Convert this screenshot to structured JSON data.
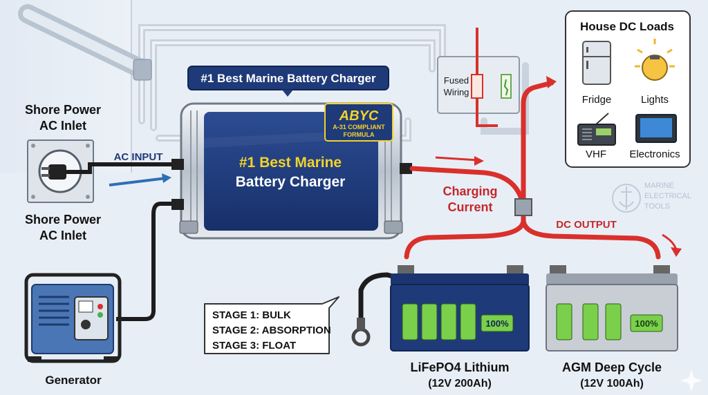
{
  "header": {
    "banner": "#1 Best Marine Battery Charger"
  },
  "charger": {
    "line1": "#1 Best Marine",
    "line2": "Battery Charger",
    "badge": {
      "logo": "ABYC",
      "line1": "A-31 COMPLIANT",
      "line2": "FORMULA"
    }
  },
  "shore_power": {
    "label_top": [
      "Shore Power",
      "AC Inlet"
    ],
    "label_bottom": [
      "Shore Power",
      "AC Inlet"
    ]
  },
  "ac_input": "AC INPUT",
  "generator": "Generator",
  "fused_wiring": [
    "Fused",
    "Wiring"
  ],
  "charging_current": [
    "Charging",
    "Current"
  ],
  "dc_output": "DC OUTPUT",
  "house_loads": {
    "title": "House DC Loads",
    "items": [
      {
        "label": "Fridge",
        "icon": "fridge-icon"
      },
      {
        "label": "Lights",
        "icon": "lightbulb-icon"
      },
      {
        "label": "VHF",
        "icon": "radio-icon"
      },
      {
        "label": "Electronics",
        "icon": "monitor-icon"
      }
    ]
  },
  "stages": [
    "STAGE 1: BULK",
    "STAGE 2: ABSORPTION",
    "STAGE 3: FLOAT"
  ],
  "batteries": [
    {
      "name": "LiFePO4 Lithium",
      "spec": "(12V 200Ah)",
      "percent": "100%",
      "charge": 1.0
    },
    {
      "name": "AGM Deep Cycle",
      "spec": "(12V 100Ah)",
      "percent": "100%",
      "charge": 1.0
    }
  ],
  "watermark": [
    "MARINE",
    "ELECTRICAL",
    "TOOLS"
  ],
  "colors": {
    "navy": "#1f3a78",
    "cable_red": "#d9302b",
    "battery_green": "#7ad04a",
    "accent_yellow": "#f2d32b"
  }
}
